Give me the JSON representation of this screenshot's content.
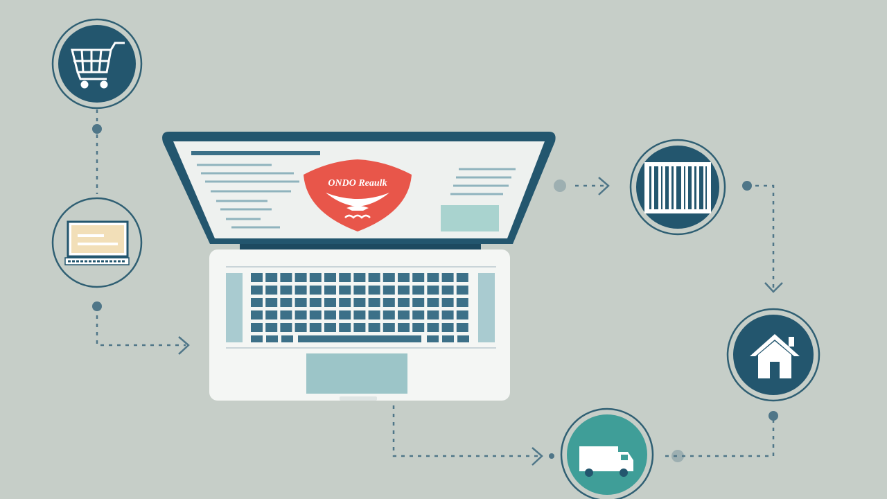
{
  "colors": {
    "background": "#c6cec8",
    "dark_teal": "#23566e",
    "ring": "#2f5f73",
    "light_teal": "#3f9e98",
    "laptop_body": "#f4f6f4",
    "screen": "#eef1ef",
    "key": "#3c7088",
    "shield_red": "#e8564a",
    "connector": "#4f7688"
  },
  "illustration": {
    "shield_text": "ONDO Reaulk",
    "nodes": [
      {
        "name": "shopping-cart",
        "icon": "shopping-cart-icon"
      },
      {
        "name": "product-listing",
        "icon": "card-screen-icon"
      },
      {
        "name": "barcode",
        "icon": "barcode-icon"
      },
      {
        "name": "home",
        "icon": "house-icon"
      },
      {
        "name": "delivery",
        "icon": "truck-icon"
      }
    ]
  }
}
